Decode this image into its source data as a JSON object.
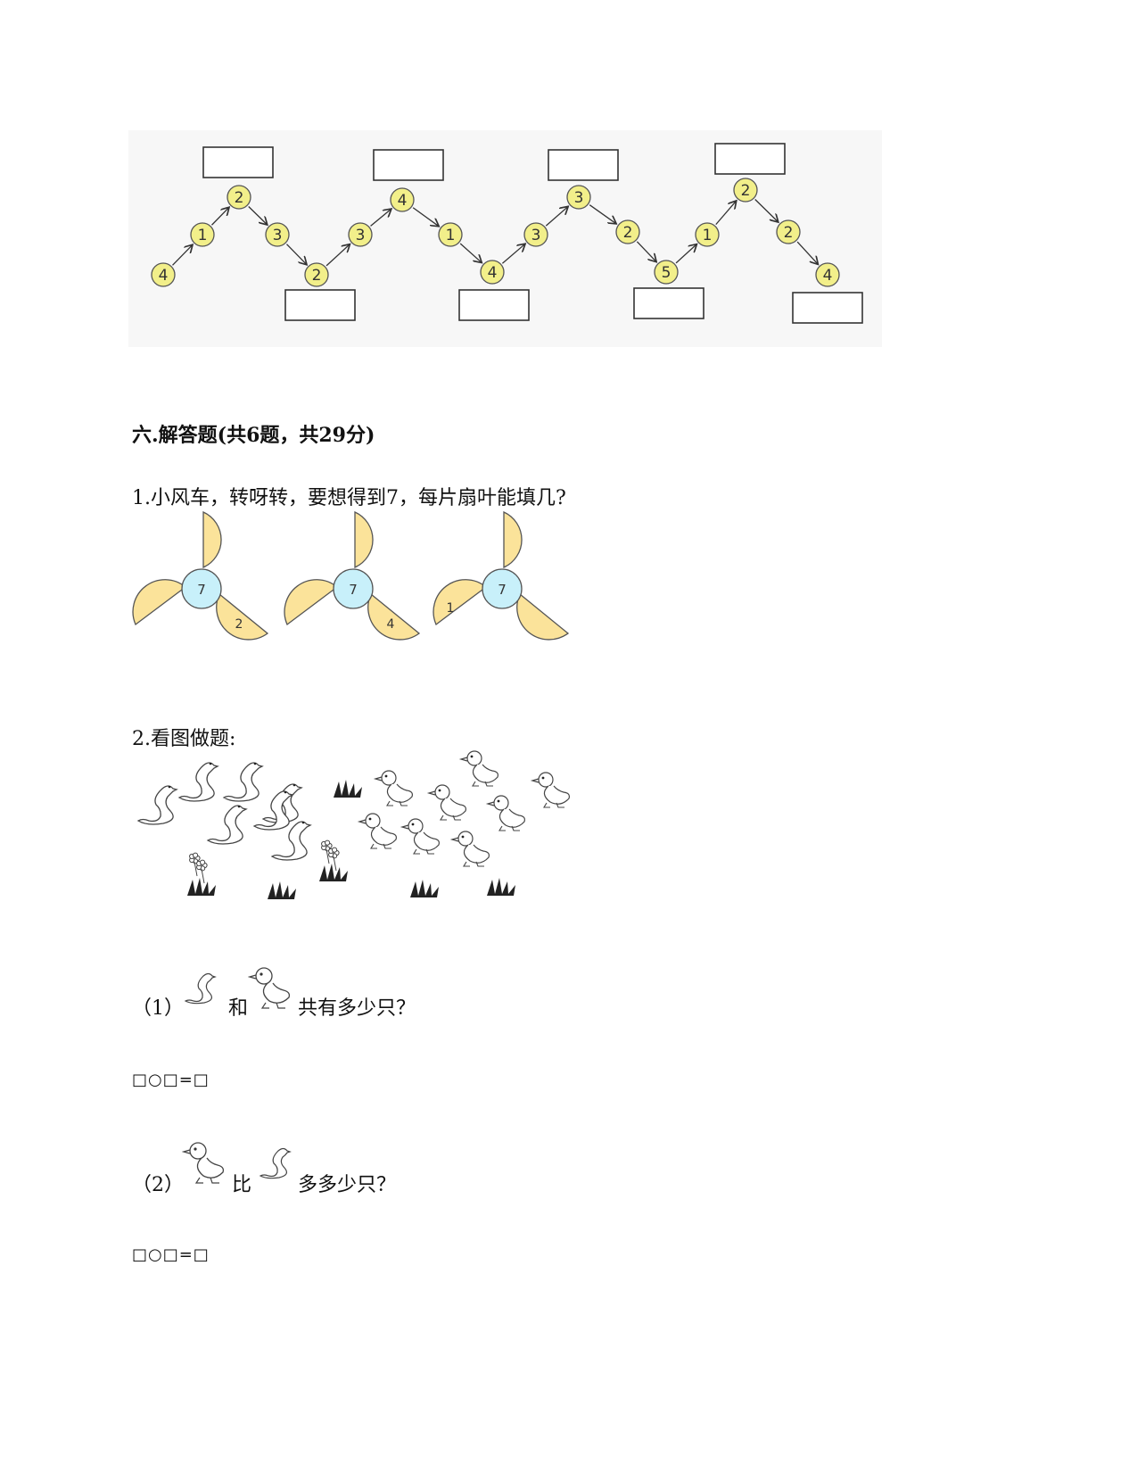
{
  "chain": {
    "numbers": [
      "4",
      "1",
      "2",
      "3",
      "2",
      "3",
      "4",
      "1",
      "4",
      "3",
      "3",
      "2",
      "5",
      "1",
      "2",
      "2",
      "4"
    ]
  },
  "section": {
    "title": "六.解答题(共6题，共29分)"
  },
  "q1": {
    "text": "1.小风车，转呀转，要想得到7，每片扇叶能填几?",
    "windmills": [
      {
        "center": "7",
        "blade_label": "2"
      },
      {
        "center": "7",
        "blade_label": "4"
      },
      {
        "center": "7",
        "blade_label": "1"
      }
    ]
  },
  "q2": {
    "text": "2.看图做题:",
    "sub1": {
      "prefix": "（1）",
      "mid": "和",
      "suffix": "共有多少只？",
      "answer": "□○□=□"
    },
    "sub2": {
      "prefix": "（2）",
      "mid": "比",
      "suffix": "多多少只？",
      "answer": "□○□=□"
    }
  },
  "colors": {
    "circle_fill": "#f2ef8a",
    "blade_fill": "#fbe39a",
    "hub_fill": "#c8f0fa",
    "panel_bg": "#f7f7f7"
  }
}
